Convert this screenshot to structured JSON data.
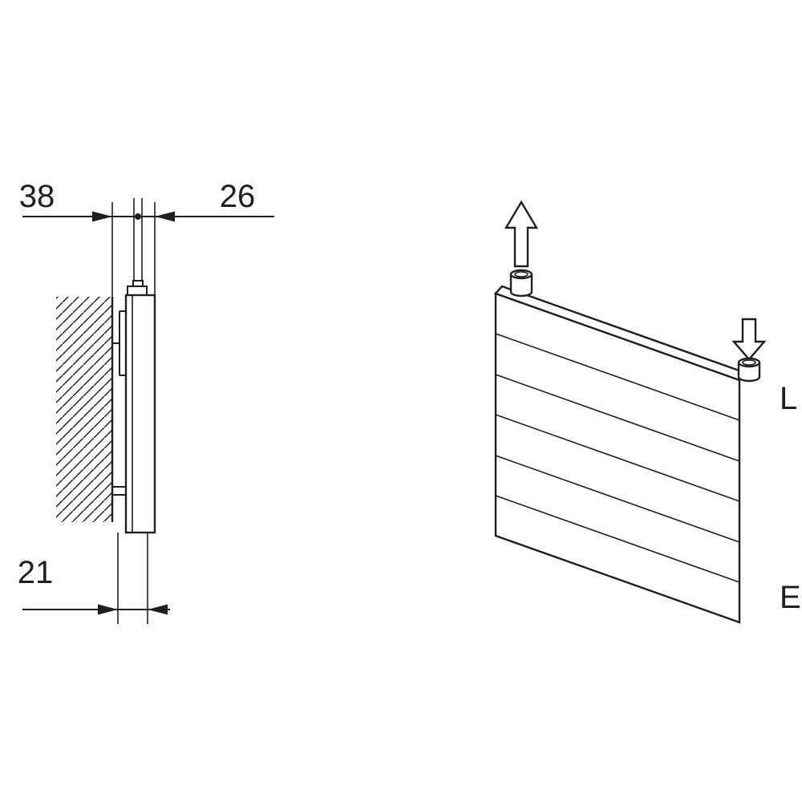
{
  "colors": {
    "line": "#1f1f1f",
    "background": "#ffffff"
  },
  "side_view": {
    "dim_top_left": "38",
    "dim_top_right": "26",
    "dim_bottom": "21"
  },
  "iso_view": {
    "label_top_connection": "L",
    "label_bottom_connection": "E"
  }
}
